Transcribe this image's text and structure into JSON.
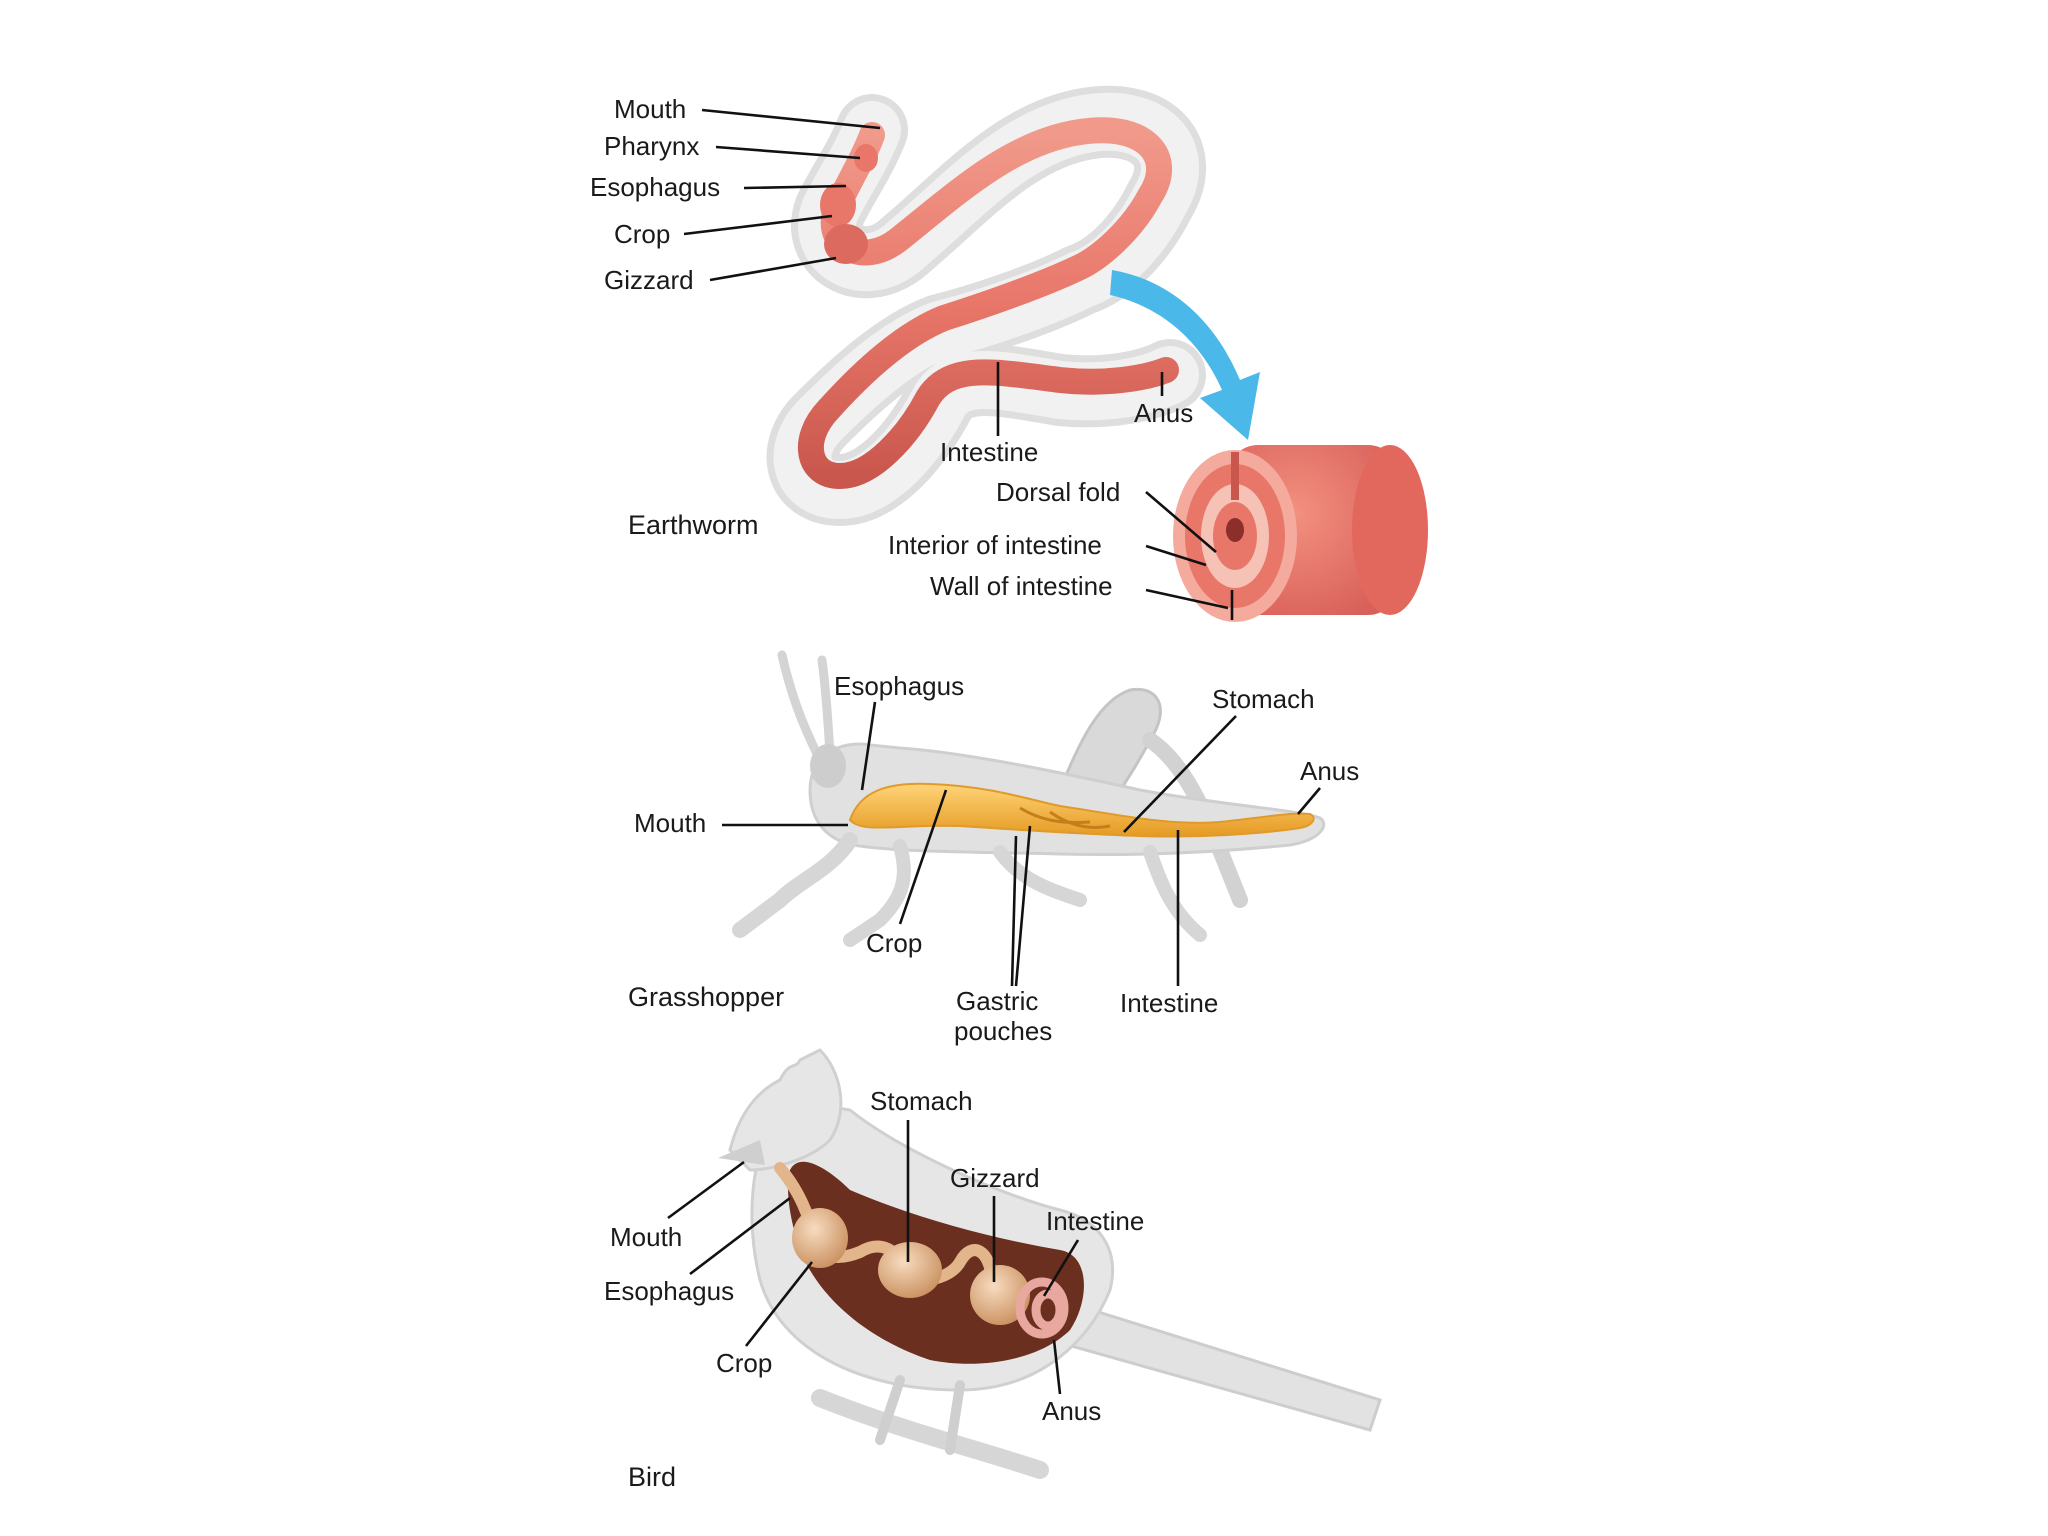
{
  "earthworm": {
    "name": "Earthworm",
    "mouth": "Mouth",
    "pharynx": "Pharynx",
    "esophagus": "Esophagus",
    "crop": "Crop",
    "gizzard": "Gizzard",
    "intestine": "Intestine",
    "anus": "Anus",
    "dorsal_fold": "Dorsal fold",
    "interior_of_intestine": "Interior of intestine",
    "wall_of_intestine": "Wall of intestine"
  },
  "grasshopper": {
    "name": "Grasshopper",
    "esophagus": "Esophagus",
    "stomach": "Stomach",
    "anus": "Anus",
    "mouth": "Mouth",
    "crop": "Crop",
    "gastric_pouches_line1": "Gastric",
    "gastric_pouches_line2": "pouches",
    "intestine": "Intestine"
  },
  "bird": {
    "name": "Bird",
    "stomach": "Stomach",
    "gizzard": "Gizzard",
    "intestine": "Intestine",
    "mouth": "Mouth",
    "esophagus": "Esophagus",
    "crop": "Crop",
    "anus": "Anus"
  },
  "colors": {
    "gut_pink": "#e8776a",
    "gut_highlight": "#f4aa9c",
    "body_gray": "#dcdcdc",
    "insect_gut": "#f3b43a",
    "bird_cavity": "#6b2f1f",
    "bird_organs": "#e3b58a",
    "arrow_blue": "#4ab8e8"
  }
}
